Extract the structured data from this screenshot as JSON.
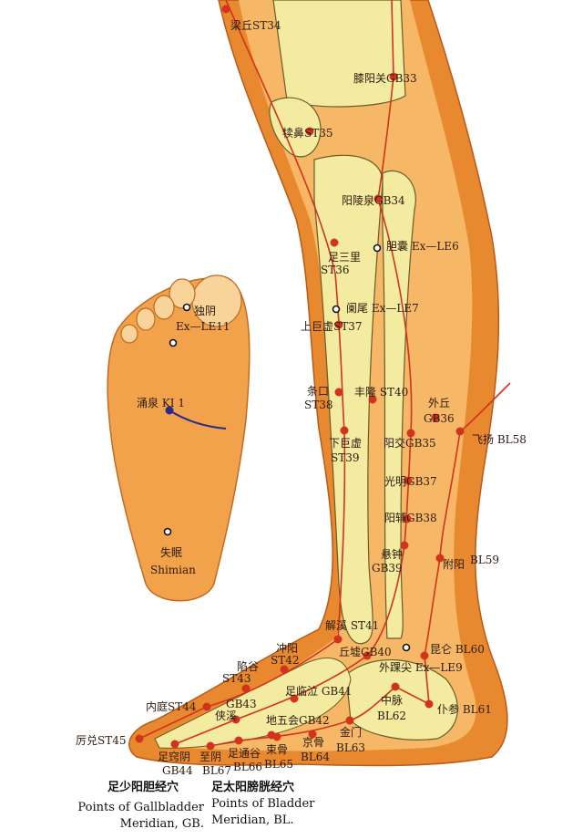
{
  "colors": {
    "skin_outer": "#e8892f",
    "skin_inner": "#f6b866",
    "bone": "#f3eba0",
    "meridian": "#d2331c",
    "kidney": "#2b2a8a"
  },
  "points": [
    {
      "label": "梁丘ST34"
    },
    {
      "label": "膝阳关GB33"
    },
    {
      "label": "犊鼻ST35"
    },
    {
      "label": "阳陵泉GB34"
    },
    {
      "label": "足三里",
      "code": "ST36"
    },
    {
      "label": "胆囊 Ex—LE6"
    },
    {
      "label": "阑尾 Ex—LE7"
    },
    {
      "label": "上巨虚ST37"
    },
    {
      "label": "条口",
      "code": "ST38"
    },
    {
      "label": "丰隆 ST40"
    },
    {
      "label": "外丘",
      "code": "GB36"
    },
    {
      "label": "下巨虚",
      "code": "ST39"
    },
    {
      "label": "阳交GB35"
    },
    {
      "label": "飞扬 BL58"
    },
    {
      "label": "光明GB37"
    },
    {
      "label": "阳辅GB38"
    },
    {
      "label": "悬钟",
      "code": "GB39"
    },
    {
      "label": "附阳",
      "code": "BL59"
    },
    {
      "label": "解溪 ST41"
    },
    {
      "label": "丘墟GB40"
    },
    {
      "label": "昆仑 BL60"
    },
    {
      "label": "外踝尖 Ex—LE9"
    },
    {
      "label": "中脉",
      "code": "BL62"
    },
    {
      "label": "仆参 BL61"
    },
    {
      "label": "金门",
      "code": "BL63"
    },
    {
      "label": "冲阳",
      "code": "ST42"
    },
    {
      "label": "陷谷",
      "code": "ST43"
    },
    {
      "label": "足临泣 GB41"
    },
    {
      "label": "内庭ST44"
    },
    {
      "label": "GB43",
      "code": "侠溪"
    },
    {
      "label": "地五会GB42"
    },
    {
      "label": "厉兑ST45"
    },
    {
      "label": "足窍阴",
      "code": "GB44"
    },
    {
      "label": "至阴",
      "code": "BL67"
    },
    {
      "label": "足通谷",
      "code": "BL66"
    },
    {
      "label": "束骨",
      "code": "BL65"
    },
    {
      "label": "京骨",
      "code": "BL64"
    }
  ],
  "sole_points": [
    {
      "label": "独阴"
    },
    {
      "label": "Ex—LE11"
    },
    {
      "label": "涌泉 KI 1"
    },
    {
      "label": "失眠",
      "code": "Shimian"
    }
  ],
  "captions": {
    "gb_cn": "足少阳胆经穴",
    "gb_en1": "Points of Gallbladder",
    "gb_en2": "Meridian, GB.",
    "bl_cn": "足太阳膀胱经穴",
    "bl_en1": "Points of Bladder",
    "bl_en2": "Meridian, BL."
  }
}
